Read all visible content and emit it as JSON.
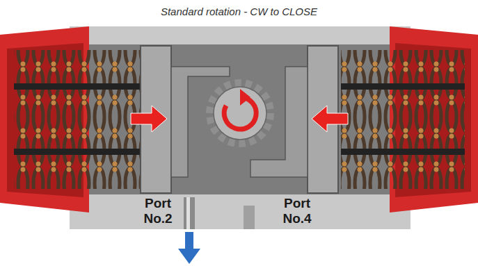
{
  "diagram": {
    "title": "Standard rotation - CW to CLOSE",
    "labels": [
      "Port No.2",
      "Port No.4"
    ]
  }
}
